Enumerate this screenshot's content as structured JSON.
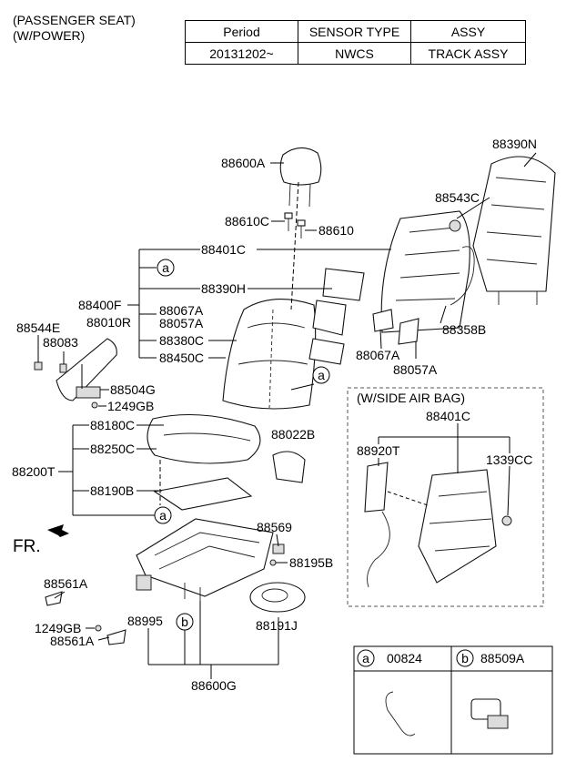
{
  "header": {
    "line1": "(PASSENGER SEAT)",
    "line2": "(W/POWER)"
  },
  "spec_table": {
    "headers": [
      "Period",
      "SENSOR TYPE",
      "ASSY"
    ],
    "row": [
      "20131202~",
      "NWCS",
      "TRACK ASSY"
    ]
  },
  "labels": {
    "p88600A": "88600A",
    "p88390N": "88390N",
    "p88543C": "88543C",
    "p88610C": "88610C",
    "p88610": "88610",
    "p88401C": "88401C",
    "p88390H": "88390H",
    "p88400F": "88400F",
    "p88067A": "88067A",
    "p88057A": "88057A",
    "p88380C": "88380C",
    "p88450C": "88450C",
    "p88544E": "88544E",
    "p88010R": "88010R",
    "p88083": "88083",
    "p88504G": "88504G",
    "p1249GB": "1249GB",
    "p88358B": "88358B",
    "p88067A_r": "88067A",
    "p88057A_r": "88057A",
    "p88022B": "88022B",
    "p88180C": "88180C",
    "p88250C": "88250C",
    "p88200T": "88200T",
    "p88190B": "88190B",
    "p88569": "88569",
    "p88195B": "88195B",
    "p88561A": "88561A",
    "p88995": "88995",
    "p1249GB_b": "1249GB",
    "p88561A_b": "88561A",
    "p88191J": "88191J",
    "p88600G": "88600G",
    "fr": "FR.",
    "airbag_title": "(W/SIDE AIR BAG)",
    "p88401C_ab": "88401C",
    "p88920T": "88920T",
    "p1339CC": "1339CC"
  },
  "callouts": {
    "a": "a",
    "b": "b"
  },
  "legend": [
    {
      "letter": "a",
      "part": "00824"
    },
    {
      "letter": "b",
      "part": "88509A"
    }
  ]
}
